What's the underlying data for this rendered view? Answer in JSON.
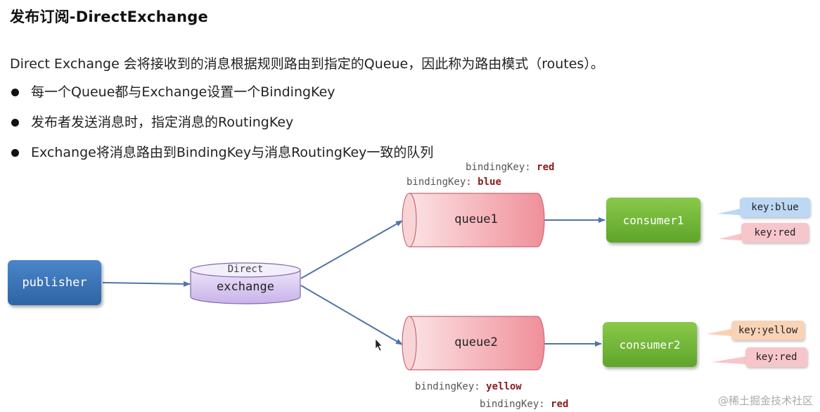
{
  "title": "发布订阅-DirectExchange",
  "intro": "Direct Exchange 会将接收到的消息根据规则路由到指定的Queue，因此称为路由模式（routes）。",
  "bullets": [
    "每一个Queue都与Exchange设置一个BindingKey",
    "发布者发送消息时，指定消息的RoutingKey",
    "Exchange将消息路由到BindingKey与消息RoutingKey一致的队列"
  ],
  "diagram": {
    "publisher": "publisher",
    "exchange_type": "Direct",
    "exchange": "exchange",
    "queue1": {
      "label": "queue1",
      "binding_keys": [
        {
          "prefix": "bindingKey:",
          "value": "red"
        },
        {
          "prefix": "bindingKey:",
          "value": "blue"
        }
      ]
    },
    "queue2": {
      "label": "queue2",
      "binding_keys": [
        {
          "prefix": "bindingKey:",
          "value": "yellow"
        },
        {
          "prefix": "bindingKey:",
          "value": "red"
        }
      ]
    },
    "consumer1": {
      "label": "consumer1",
      "keys": [
        "key:blue",
        "key:red"
      ]
    },
    "consumer2": {
      "label": "consumer2",
      "keys": [
        "key:yellow",
        "key:red"
      ]
    }
  },
  "colors": {
    "publisher": "#3a75b8",
    "exchange": "#d9c8f0",
    "queue": "#f4a6ad",
    "consumer": "#74b83c",
    "arrow": "#4f74a8",
    "key_blue": "#bcd8f5",
    "key_red": "#f7c6cb",
    "key_yellow": "#f9d3b5",
    "binding_value": "#8b1a1a"
  },
  "watermark": "@稀土掘金技术社区"
}
